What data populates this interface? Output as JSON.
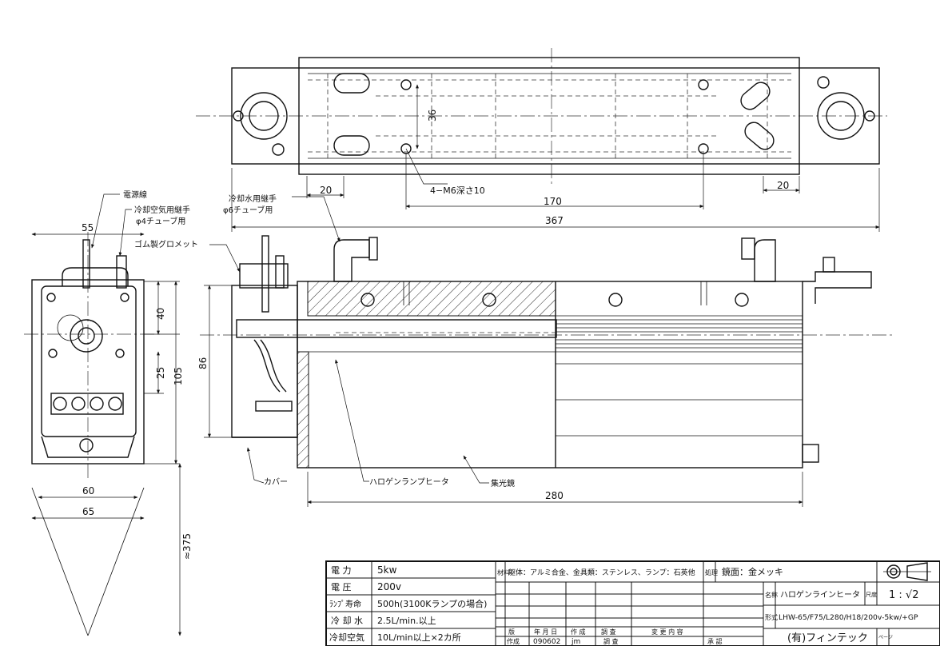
{
  "dimensions": {
    "top_left_20": "20",
    "top_36": "36",
    "top_170": "170",
    "top_right_20": "20",
    "overall_367": "367",
    "side_55": "55",
    "side_40": "40",
    "side_25": "25",
    "side_105": "105",
    "side_60": "60",
    "side_65": "65",
    "side_375": "≈375",
    "front_86": "86",
    "front_280": "280"
  },
  "callouts": {
    "power_cable": "電源線",
    "air_fitting_1": "冷却空気用継手",
    "air_fitting_2": "φ4チューブ用",
    "rubber_grommet": "ゴム製グロメット",
    "water_fitting_1": "冷却水用継手",
    "water_fitting_2": "φ6チューブ用",
    "screw_holes": "4−M6深さ10",
    "cover": "カバー",
    "halogen_heater": "ハロゲンランプヒータ",
    "reflector": "集光鏡"
  },
  "title_block": {
    "specs": [
      {
        "label": "電 力",
        "value": "5kw"
      },
      {
        "label": "電 圧",
        "value": "200v"
      },
      {
        "label": "ﾗﾝﾌﾟ寿命",
        "value": "500h(3100Kランプの場合)"
      },
      {
        "label": "冷 却 水",
        "value": "2.5L/min.以上"
      },
      {
        "label": "冷却空気",
        "value": "10L/min以上×2カ所"
      }
    ],
    "material_label": "材料",
    "material": "躯体：アルミ合金、金具類：ステンレス、ランプ：石英他",
    "treatment_label": "処理",
    "treatment": "鏡面：金メッキ",
    "name_label": "名称",
    "name": "ハロゲンラインヒータ",
    "scale_label": "尺度",
    "scale": "1 : √2",
    "model_label": "形式",
    "model": "LHW-65/F75/L280/H18/200v-5kw/+GP",
    "company": "(有)フィンテック",
    "page_label": "ページ",
    "revision_headers": [
      "版",
      "年 月 日",
      "作 成",
      "調 査",
      "変 更 内 容"
    ],
    "revision_row": [
      "作成",
      "090602",
      "jm",
      "調 査",
      "承 認"
    ]
  }
}
